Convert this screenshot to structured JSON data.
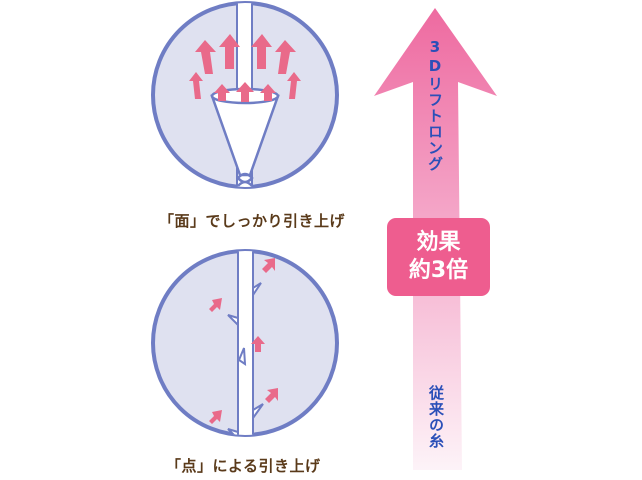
{
  "diagram": {
    "top_panel": {
      "caption": "「面」でしっかり引き上げ",
      "depiction": "cone-shaped thread lifting skin by surface"
    },
    "bottom_panel": {
      "caption": "「点」による引き上げ",
      "depiction": "barbed thread lifting skin at points"
    },
    "arrow": {
      "top_label": "3Dリフトロング",
      "bottom_label": "従来の糸",
      "badge_line1": "効果",
      "badge_line2": "約3倍"
    },
    "colors": {
      "circle_fill": "#dfe1f0",
      "circle_stroke": "#6f7dc4",
      "lift_arrows": "#e96a8a",
      "big_arrow_top": "#ee6aa0",
      "big_arrow_bottom": "#fdf0f6",
      "badge": "#ee5d8f",
      "label_blue": "#2a4fb8",
      "caption_brown": "#5a3a1a"
    }
  }
}
